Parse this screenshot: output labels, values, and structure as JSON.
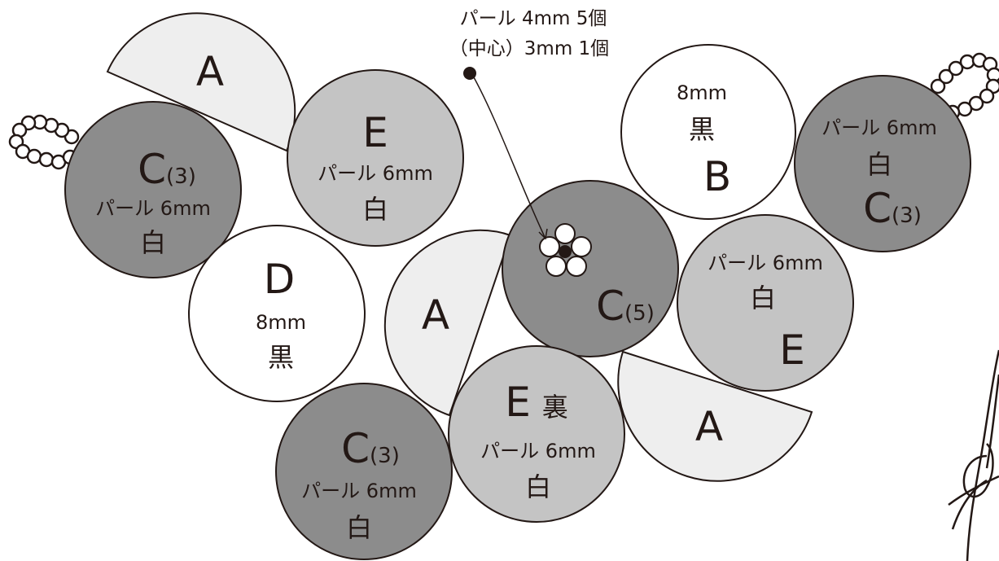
{
  "colors": {
    "dark_fill": "#8c8c8c",
    "medium_fill": "#c4c4c4",
    "light_fill": "#eeeeee",
    "white_fill": "#ffffff",
    "stroke": "#231815"
  },
  "note": {
    "line1": "パール 4mm 5個",
    "line2": "（中心）3mm 1個"
  },
  "pieces": {
    "a_top": {
      "letter": "A"
    },
    "c_left": {
      "letter": "C",
      "count": "(3)",
      "size": "パール 6mm",
      "color": "白"
    },
    "e_top": {
      "letter": "E",
      "size": "パール 6mm",
      "color": "白"
    },
    "b_top": {
      "size": "8mm",
      "color": "黒",
      "letter": "B"
    },
    "c_right": {
      "size": "パール 6mm",
      "color": "白",
      "letter": "C",
      "count": "(3)"
    },
    "d_mid": {
      "letter": "D",
      "size": "8mm",
      "color": "黒"
    },
    "a_mid": {
      "letter": "A"
    },
    "c_center": {
      "letter": "C",
      "count": "(5)"
    },
    "e_right": {
      "size": "パール 6mm",
      "color": "白",
      "letter": "E"
    },
    "e_bottom": {
      "letter": "E",
      "suffix": "裏",
      "size": "パール 6mm",
      "color": "白"
    },
    "a_bottom": {
      "letter": "A"
    },
    "c_bottom": {
      "letter": "C",
      "count": "(3)",
      "size": "パール 6mm",
      "color": "白"
    }
  }
}
